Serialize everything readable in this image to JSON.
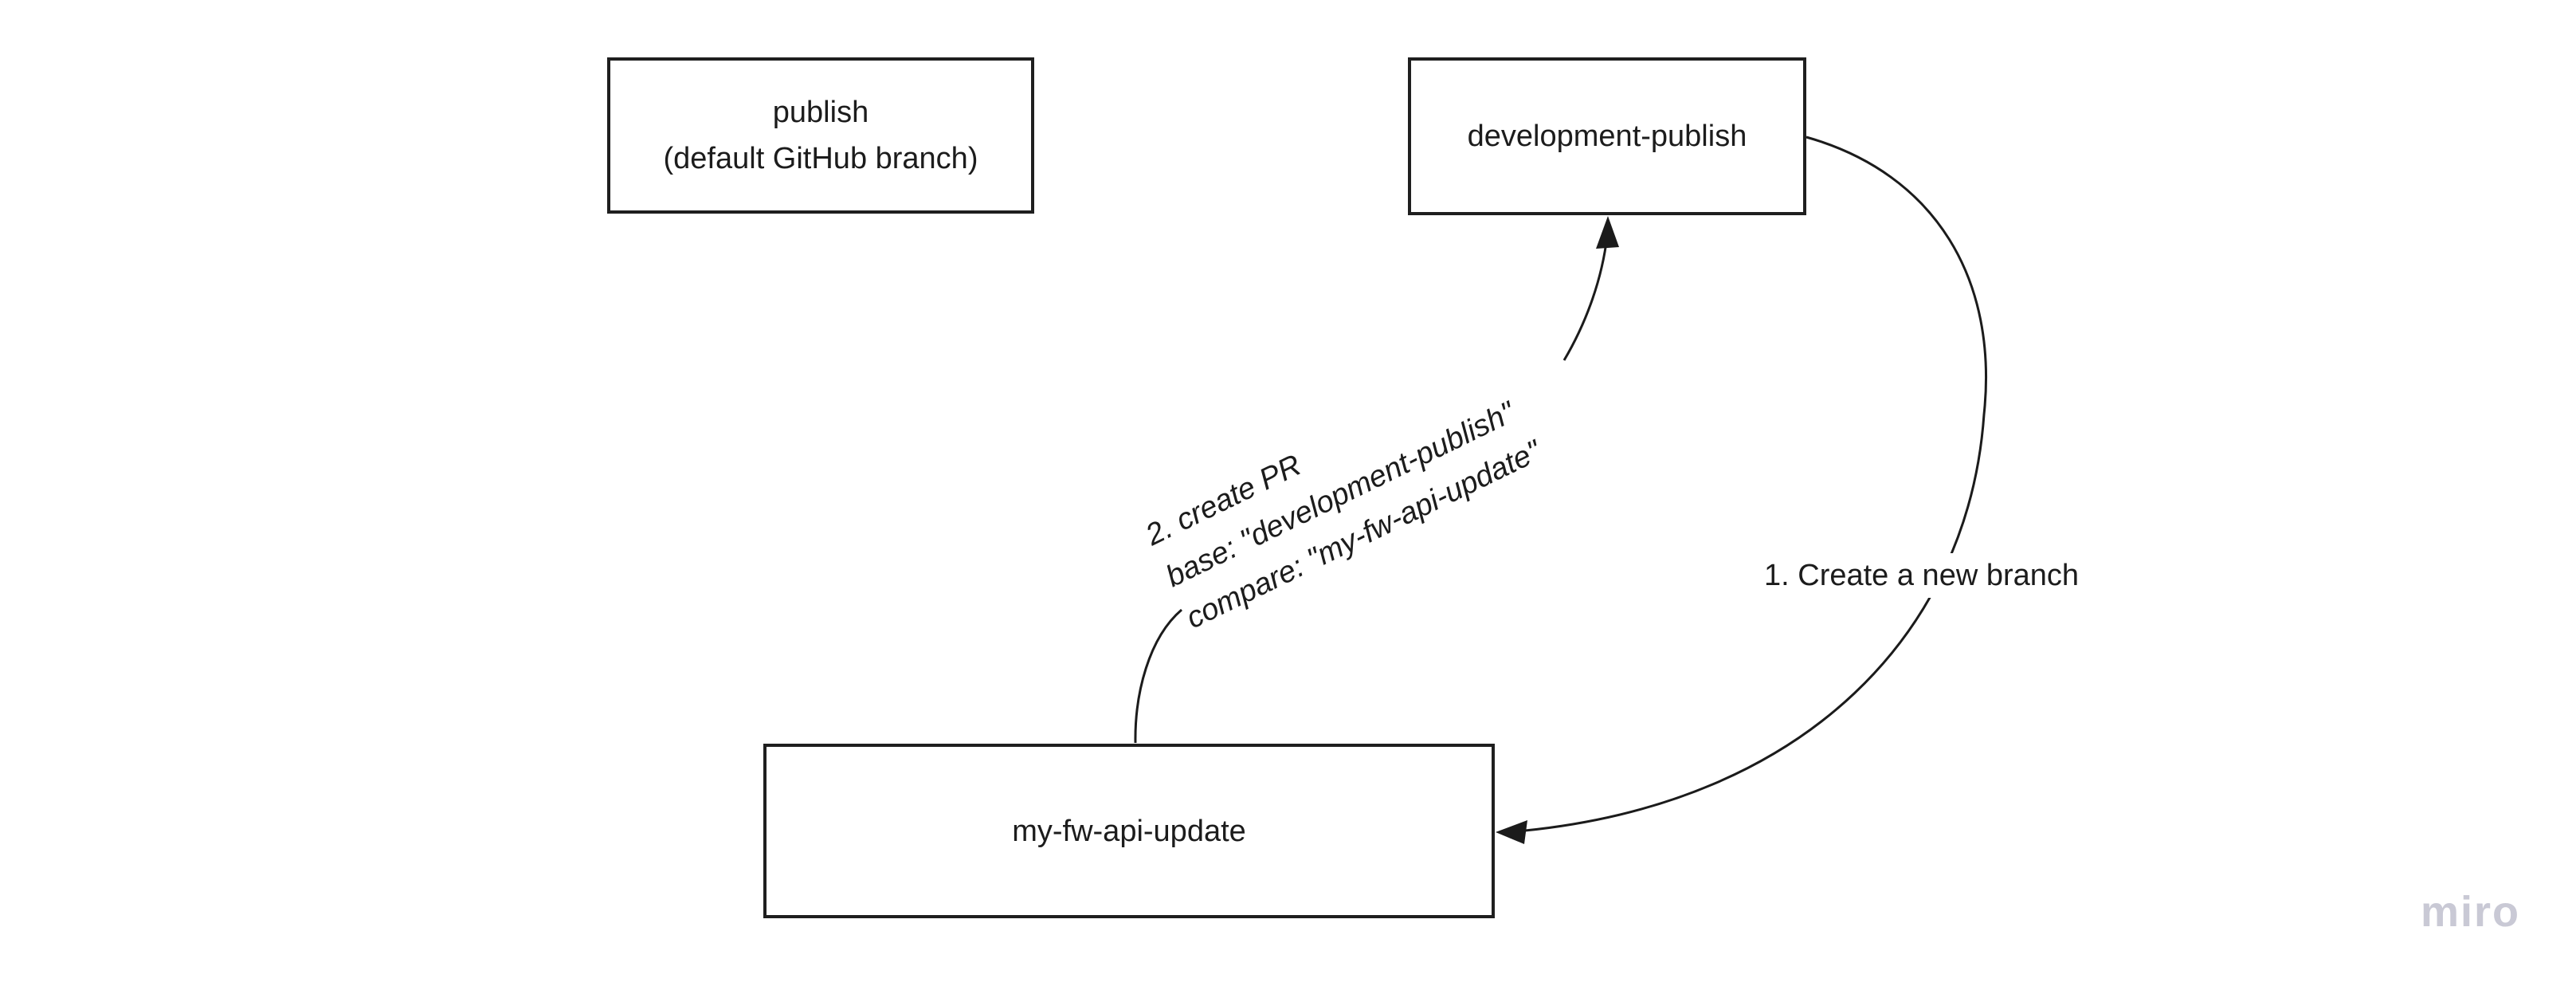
{
  "board": {
    "background": "#ffffff",
    "stroke_color": "#1b1b1b",
    "text_color": "#1c1c1c"
  },
  "nodes": {
    "publish": {
      "line1": "publish",
      "line2": "(default GitHub branch)"
    },
    "development_publish": {
      "label": "development-publish"
    },
    "my_fw_api_update": {
      "label": "my-fw-api-update"
    }
  },
  "connectors": {
    "create_branch": {
      "label": "1. Create a new branch"
    },
    "create_pr": {
      "line1": "2. create PR",
      "line2": "base: \"development-publish\"",
      "line3": "compare: \"my-fw-api-update\""
    }
  },
  "watermark": {
    "text": "miro",
    "color": "#c9c9d5"
  }
}
